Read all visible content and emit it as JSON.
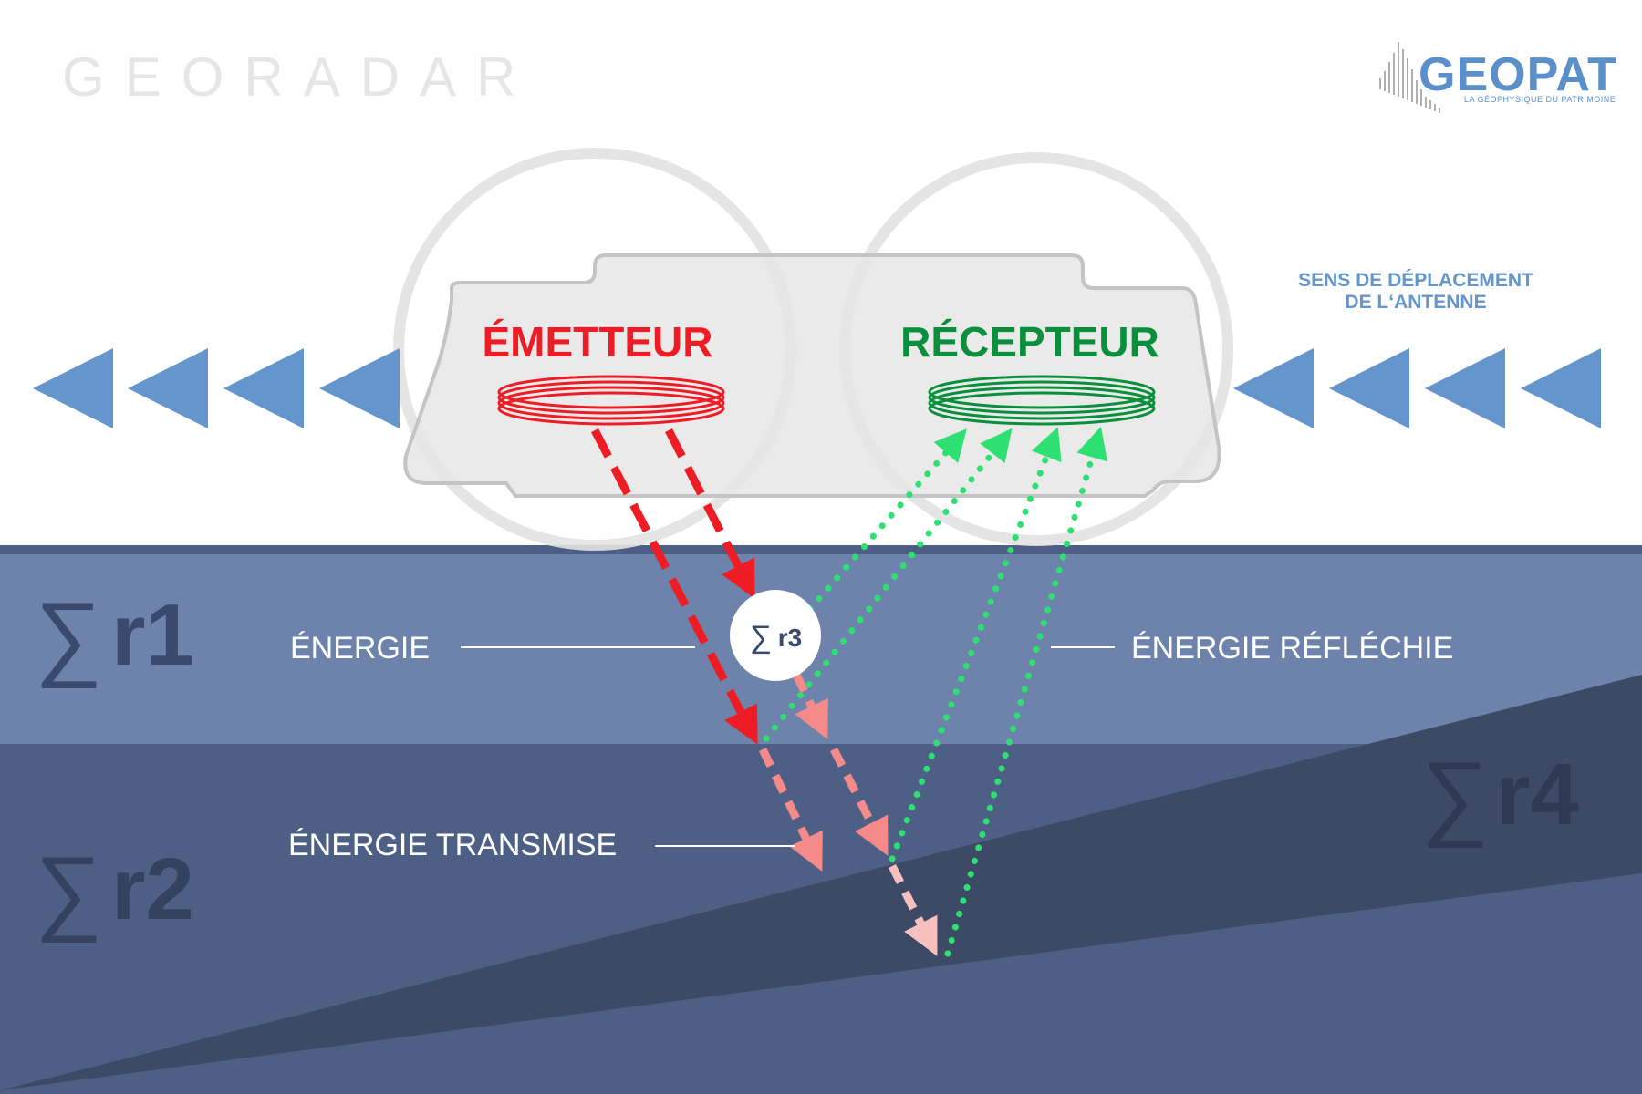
{
  "page_title": "GEORADAR",
  "logo": {
    "name": "GEOPAT",
    "tagline": "LA GÉOPHYSIQUE DU PATRIMOINE"
  },
  "direction_label": {
    "line1": "SENS DE DÉPLACEMENT",
    "line2": "DE L‘ANTENNE"
  },
  "emitter_label": "ÉMETTEUR",
  "receiver_label": "RÉCEPTEUR",
  "layers": {
    "r1": {
      "symbol": "∑",
      "label": "r1"
    },
    "r2": {
      "symbol": "∑",
      "label": "r2"
    },
    "r3": {
      "symbol": "∑",
      "label": "r3"
    },
    "r4": {
      "symbol": "∑",
      "label": "r4"
    }
  },
  "callouts": {
    "energy": "ÉNERGIE",
    "reflected": "ÉNERGIE RÉFLÉCHIE",
    "transmitted": "ÉNERGIE TRANSMISE"
  },
  "colors": {
    "arrow_blue": "#6495cd",
    "emitter_red": "#ee1c25",
    "receiver_green": "#0a8f3c",
    "signal_green": "#2ee072",
    "layer1": "#6e83ac",
    "layer2": "#4e5f85",
    "layer4": "#3c4a66",
    "label_dark": "#3a4a6e"
  }
}
